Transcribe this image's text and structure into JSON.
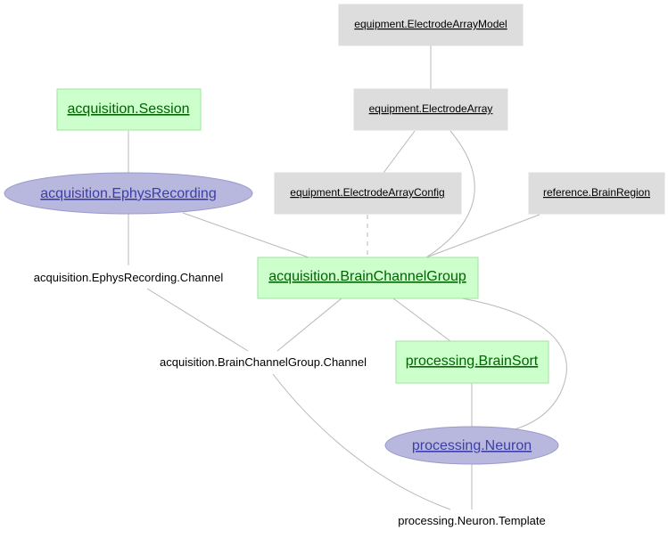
{
  "nodes": {
    "electrode_array_model": {
      "label": "equipment.ElectrodeArrayModel",
      "tier": "lookup"
    },
    "electrode_array": {
      "label": "equipment.ElectrodeArray",
      "tier": "lookup"
    },
    "electrode_array_config": {
      "label": "equipment.ElectrodeArrayConfig",
      "tier": "lookup"
    },
    "brain_region": {
      "label": "reference.BrainRegion",
      "tier": "lookup"
    },
    "session": {
      "label": "acquisition.Session",
      "tier": "manual"
    },
    "ephys_recording": {
      "label": "acquisition.EphysRecording",
      "tier": "computed"
    },
    "ephys_recording_channel": {
      "label": "acquisition.EphysRecording.Channel",
      "tier": "part"
    },
    "brain_channel_group": {
      "label": "acquisition.BrainChannelGroup",
      "tier": "manual"
    },
    "brain_channel_group_channel": {
      "label": "acquisition.BrainChannelGroup.Channel",
      "tier": "part"
    },
    "brain_sort": {
      "label": "processing.BrainSort",
      "tier": "manual"
    },
    "neuron": {
      "label": "processing.Neuron",
      "tier": "computed"
    },
    "neuron_template": {
      "label": "processing.Neuron.Template",
      "tier": "part"
    }
  },
  "edges": [
    {
      "from": "electrode_array_model",
      "to": "electrode_array",
      "style": "solid"
    },
    {
      "from": "electrode_array",
      "to": "electrode_array_config",
      "style": "solid"
    },
    {
      "from": "electrode_array",
      "to": "brain_channel_group",
      "style": "solid"
    },
    {
      "from": "electrode_array_config",
      "to": "brain_channel_group",
      "style": "dashed"
    },
    {
      "from": "brain_region",
      "to": "brain_channel_group",
      "style": "solid"
    },
    {
      "from": "session",
      "to": "ephys_recording",
      "style": "solid"
    },
    {
      "from": "ephys_recording",
      "to": "ephys_recording_channel",
      "style": "solid"
    },
    {
      "from": "ephys_recording",
      "to": "brain_channel_group",
      "style": "solid"
    },
    {
      "from": "ephys_recording_channel",
      "to": "brain_channel_group_channel",
      "style": "solid"
    },
    {
      "from": "brain_channel_group",
      "to": "brain_channel_group_channel",
      "style": "solid"
    },
    {
      "from": "brain_channel_group",
      "to": "brain_sort",
      "style": "solid"
    },
    {
      "from": "brain_channel_group",
      "to": "neuron",
      "style": "solid"
    },
    {
      "from": "brain_sort",
      "to": "neuron",
      "style": "solid"
    },
    {
      "from": "neuron",
      "to": "neuron_template",
      "style": "solid"
    },
    {
      "from": "brain_channel_group_channel",
      "to": "neuron_template",
      "style": "solid"
    }
  ]
}
